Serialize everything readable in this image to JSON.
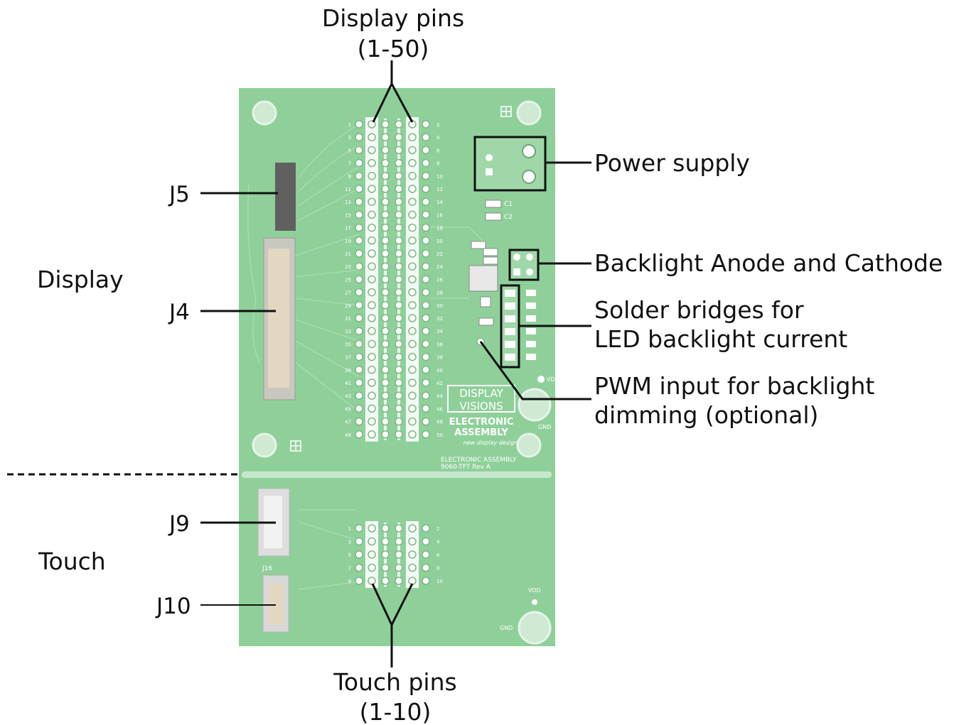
{
  "labels": {
    "display_pins_title": "Display pins",
    "display_pins_range": "(1-50)",
    "touch_pins_title": "Touch pins",
    "touch_pins_range": "(1-10)",
    "power_supply": "Power supply",
    "backlight_anode_cathode": "Backlight Anode and Cathode",
    "solder_bridges_line1": "Solder bridges for",
    "solder_bridges_line2": "LED backlight current",
    "pwm_line1": "PWM input for backlight",
    "pwm_line2": "dimming (optional)",
    "section_display": "Display",
    "section_touch": "Touch",
    "j5": "J5",
    "j4": "J4",
    "j9": "J9",
    "j10": "J10"
  },
  "board_text": {
    "brand_display": "DISPLAY",
    "brand_visions": "VISIONS",
    "brand_electronic": "ELECTRONIC",
    "brand_assembly": "ASSEMBLY",
    "brand_tagline": "new display design",
    "board_name_line1": "ELECTRONIC ASSEMBLY",
    "board_name_line2": "9060-TFT Rev A",
    "vdd": "VDD",
    "gnd": "GND",
    "j16": "J16",
    "c1": "C1",
    "c2": "C2"
  },
  "display_pins_odd": [
    "1",
    "3",
    "5",
    "7",
    "9",
    "11",
    "13",
    "15",
    "17",
    "19",
    "21",
    "23",
    "25",
    "27",
    "29",
    "31",
    "33",
    "35",
    "37",
    "39",
    "41",
    "43",
    "45",
    "47",
    "49"
  ],
  "display_pins_even": [
    "2",
    "4",
    "6",
    "8",
    "10",
    "12",
    "14",
    "16",
    "18",
    "20",
    "22",
    "24",
    "26",
    "28",
    "30",
    "32",
    "34",
    "36",
    "38",
    "40",
    "42",
    "44",
    "46",
    "48",
    "50"
  ],
  "touch_pins_odd": [
    "1",
    "3",
    "5",
    "7",
    "9"
  ],
  "touch_pins_even": [
    "2",
    "4",
    "6",
    "8",
    "10"
  ],
  "colors": {
    "board": "#8fd09a",
    "board_trace": "#b4e2bb",
    "callout": "#111111"
  }
}
